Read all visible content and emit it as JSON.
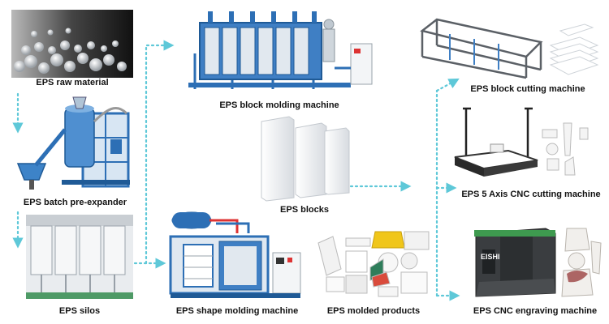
{
  "labels": {
    "raw_material": "EPS raw material",
    "pre_expander": "EPS batch pre-expander",
    "silos": "EPS silos",
    "block_molding": "EPS block molding machine",
    "blocks": "EPS blocks",
    "shape_molding": "EPS shape molding machine",
    "molded_products": "EPS molded products",
    "block_cutting": "EPS block cutting machine",
    "cnc_cutting": "EPS 5 Axis CNC cutting machine",
    "cnc_engraving": "EPS CNC engraving machine",
    "engraver_brand": "EISHI"
  },
  "colors": {
    "machine_blue": "#2d6fb5",
    "arrow_cyan": "#5ec8d8",
    "engraver_green": "#3e9a4f"
  },
  "icons": [
    "beads-image",
    "pre-expander-image",
    "silos-image",
    "block-molding-machine-image",
    "eps-blocks-image",
    "shape-molding-machine-image",
    "molded-products-image",
    "block-cutting-machine-image",
    "cnc-cutting-machine-image",
    "cnc-engraving-machine-image"
  ]
}
